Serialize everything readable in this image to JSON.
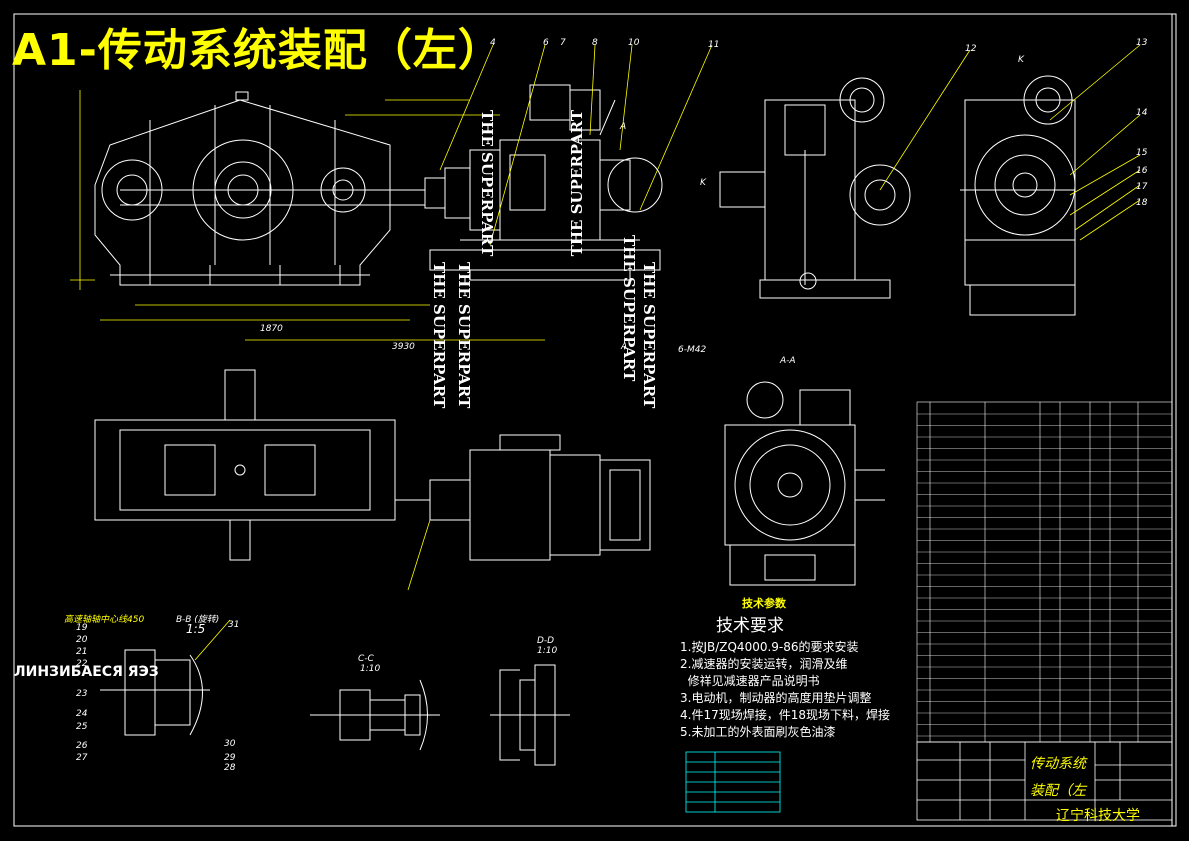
{
  "title": "A1-传动系统装配（左）",
  "tech_requirements": {
    "heading": "技术要求",
    "items": [
      "1.按JB/ZQ4000.9-86的要求安装",
      "2.减速器的安装运转，润滑及维",
      "  修祥见减速器产品说明书",
      "3.电动机，制动器的高度用垫片调整",
      "4.件17现场焊接，件18现场下料，焊接",
      "5.未加工的外表面刷灰色油漆"
    ]
  },
  "tech_params_label": "技术参数",
  "title_block": {
    "drawing_name_1": "传动系统",
    "drawing_name_2": "装配（左",
    "school": "辽宁科技大学"
  },
  "view_labels": {
    "aa": "A-A",
    "cc": "C-C",
    "cc_scale": "1:10",
    "dd": "D-D",
    "dd_scale": "1:10",
    "bb": "B-B (旋转)",
    "bb_scale": "1:5"
  },
  "callouts_top": [
    "4",
    "6",
    "7",
    "8",
    "10",
    "11",
    "12",
    "13",
    "14",
    "15",
    "16",
    "17",
    "18"
  ],
  "callouts_left": [
    "19",
    "20",
    "21",
    "22",
    "23",
    "24",
    "25",
    "26",
    "27",
    "28",
    "29",
    "30",
    "31"
  ],
  "misc_labels": {
    "k1": "K",
    "k2": "K",
    "a1": "A",
    "a2": "A",
    "m42": "6-M42",
    "dim_3930": "3930",
    "dim_1870": "1870",
    "bolt_note": "高速轴轴中心线450"
  },
  "superpart_text": "THE SUPERPART",
  "weird_text": "ЛИНЗИБАЕСЯ ЯЭЗ"
}
